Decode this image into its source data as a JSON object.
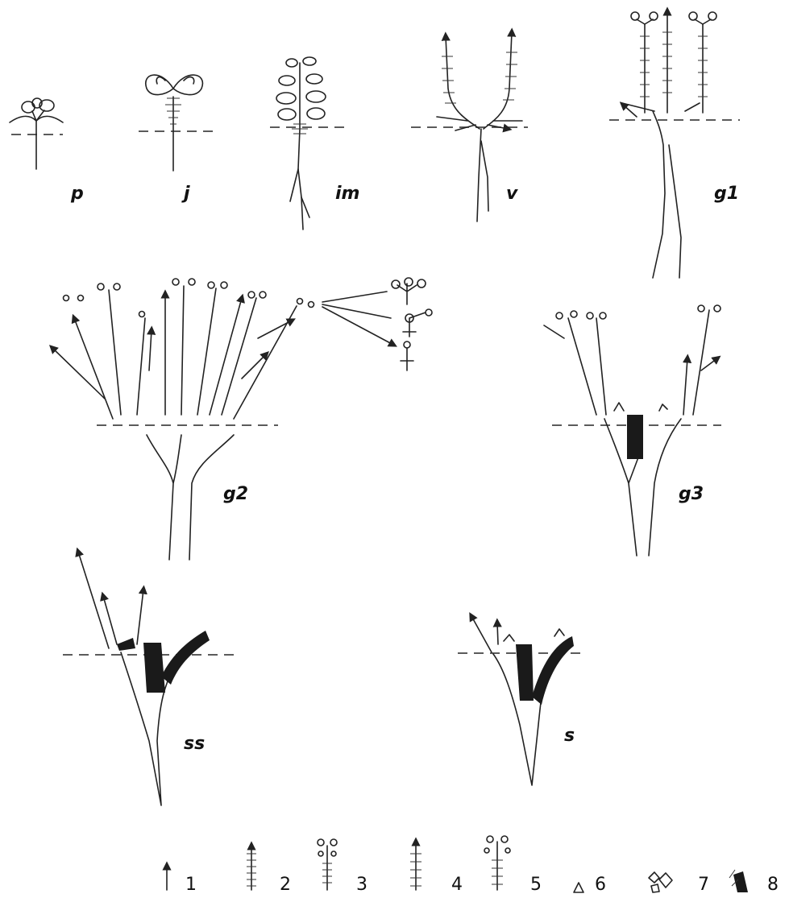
{
  "stage_labels": {
    "p": "p",
    "j": "j",
    "im": "im",
    "v": "v",
    "g1": "g1",
    "g2": "g2",
    "g3": "g3",
    "ss": "ss",
    "s": "s"
  },
  "legend": {
    "items": [
      "1",
      "2",
      "3",
      "4",
      "5",
      "6",
      "7",
      "8"
    ]
  }
}
